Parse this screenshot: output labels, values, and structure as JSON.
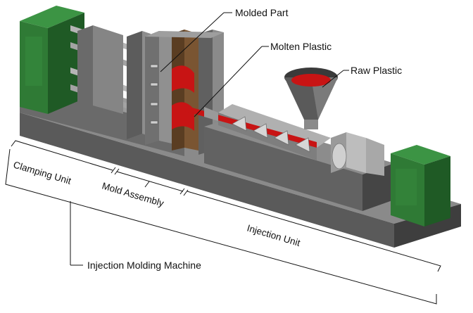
{
  "labels": {
    "molded_part": "Molded Part",
    "molten_plastic": "Molten Plastic",
    "raw_plastic": "Raw Plastic",
    "clamping_unit": "Clamping Unit",
    "mold_assembly": "Mold Assembly",
    "injection_unit": "Injection Unit",
    "machine": "Injection Molding Machine"
  },
  "colors": {
    "green": "#2f7a35",
    "green_dark": "#1f5a25",
    "steel": "#7d7d7d",
    "steel_dark": "#4d4d4d",
    "steel_light": "#a7a7a7",
    "mold_brown": "#6b4a2a",
    "plastic_red": "#c81414"
  }
}
